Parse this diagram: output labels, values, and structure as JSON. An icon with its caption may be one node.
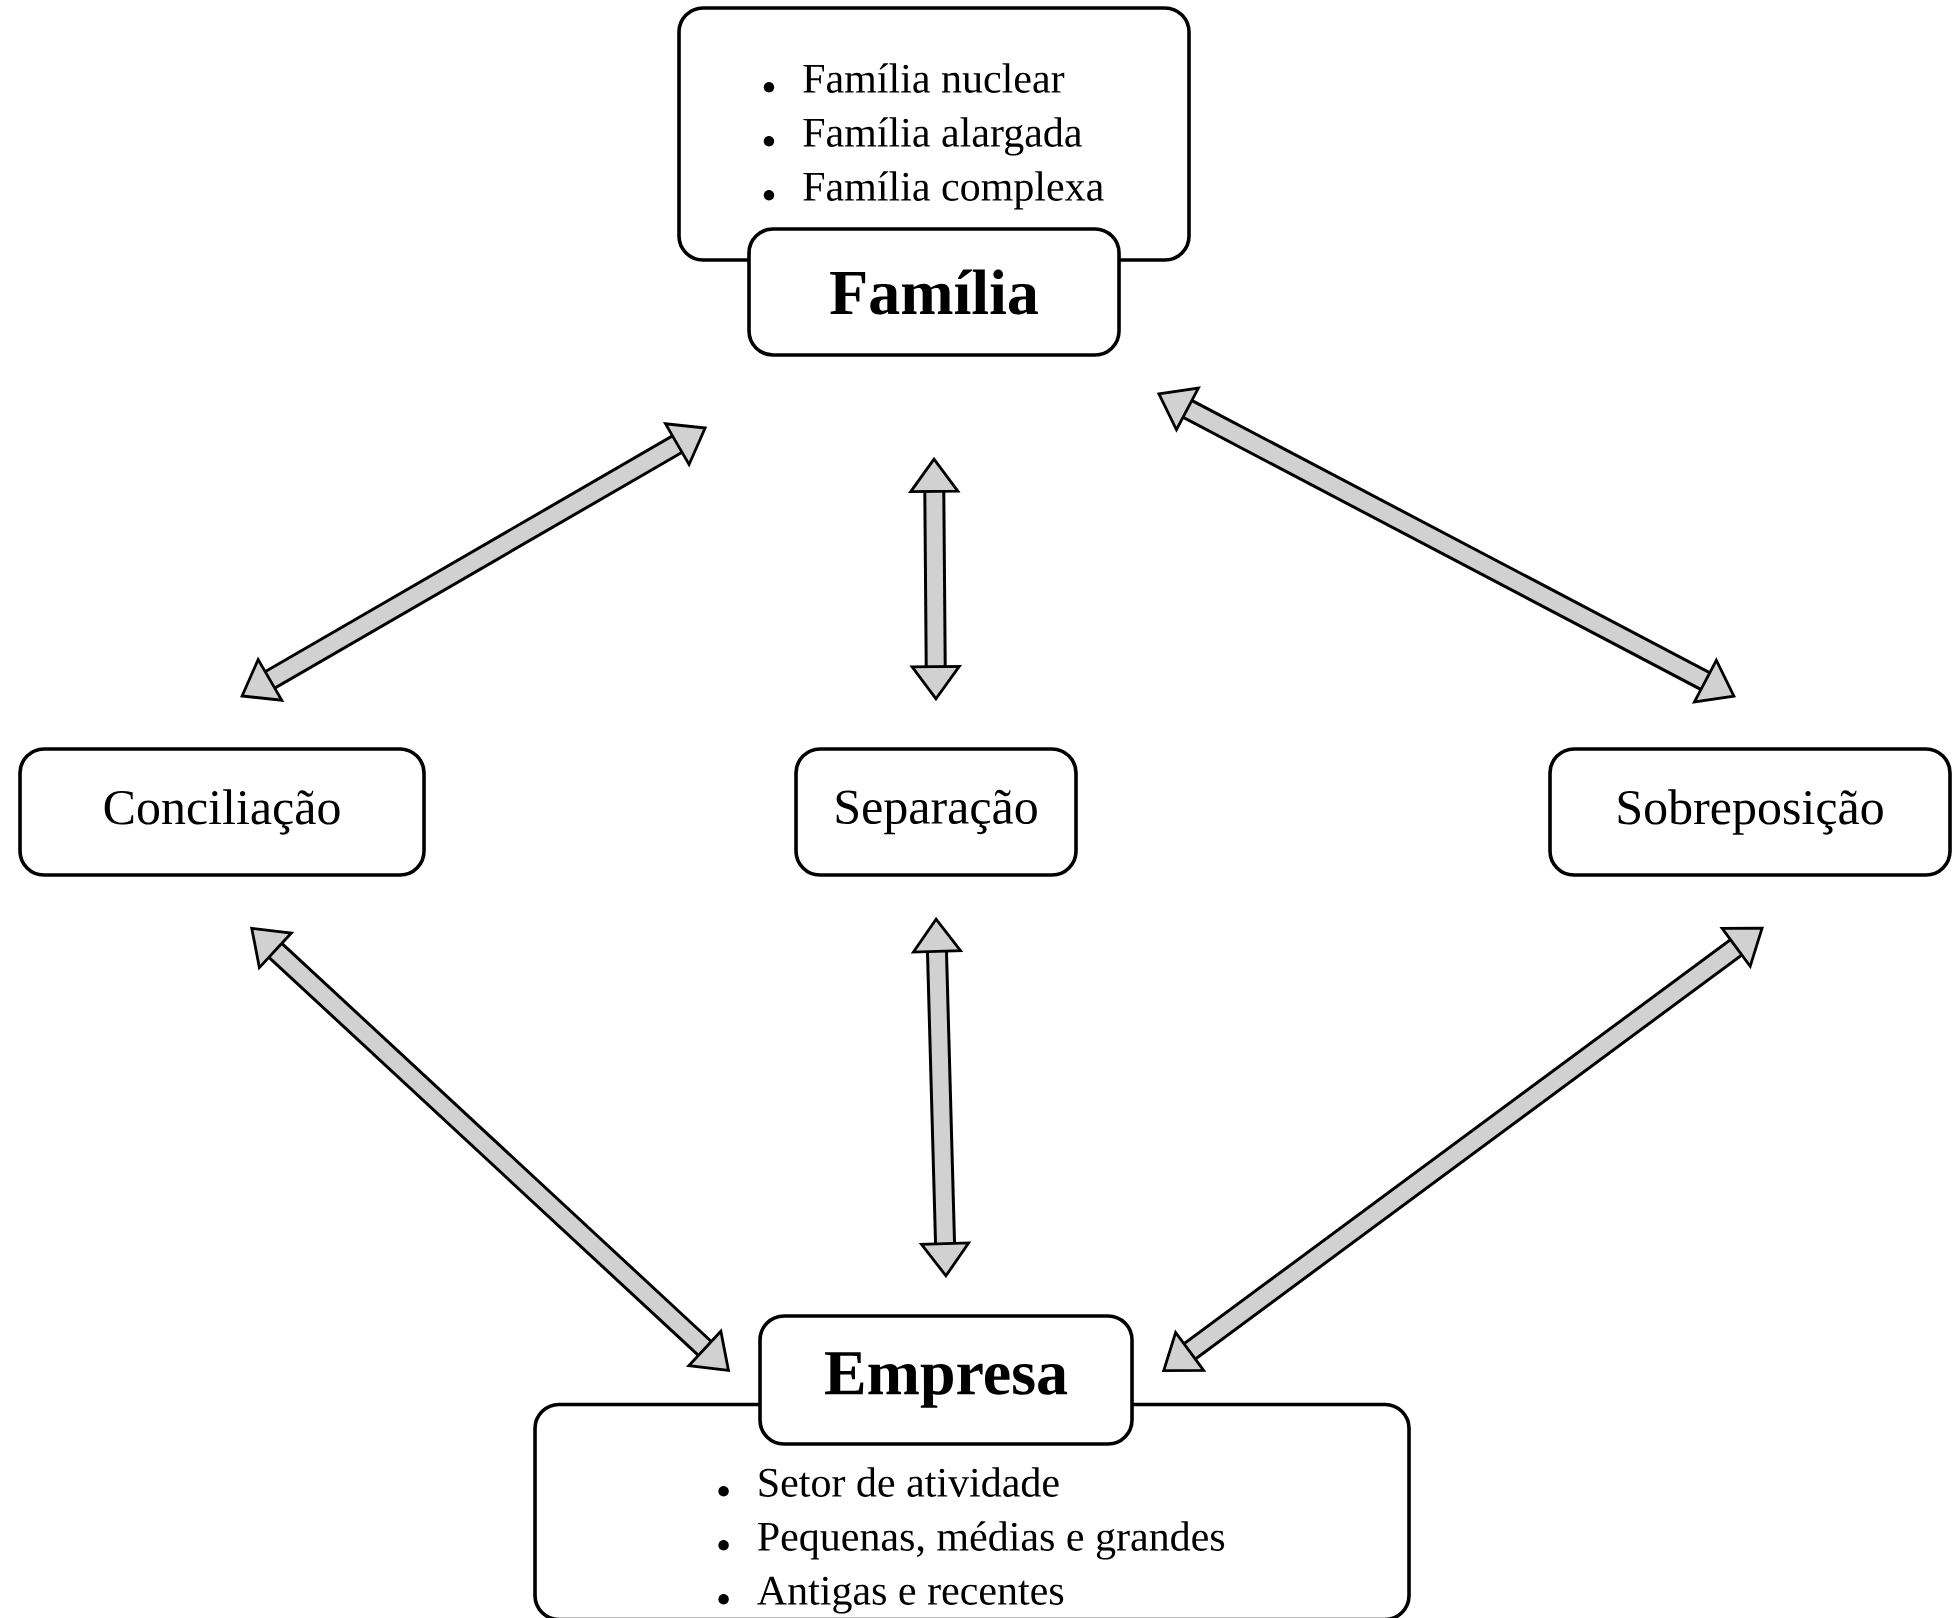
{
  "diagram": {
    "nodes": [
      {
        "text": [
          "Família nuclear",
          "Família alargada",
          "Família complexa"
        ]
      },
      {
        "text": [
          "Família"
        ]
      },
      {
        "text": [
          "Conciliação"
        ]
      },
      {
        "text": [
          "Separação"
        ]
      },
      {
        "text": [
          "Sobreposição"
        ]
      },
      {
        "text": [
          "Empresa"
        ]
      },
      {
        "text": [
          "Setor de atividade",
          "Pequenas, médias e grandes",
          "Antigas e recentes"
        ]
      }
    ],
    "edges": [
      {
        "from": 1,
        "to": 2,
        "arrow": "both"
      },
      {
        "from": 1,
        "to": 3,
        "arrow": "both"
      },
      {
        "from": 1,
        "to": 4,
        "arrow": "both"
      },
      {
        "from": 2,
        "to": 5,
        "arrow": "both"
      },
      {
        "from": 3,
        "to": 5,
        "arrow": "both"
      },
      {
        "from": 4,
        "to": 5,
        "arrow": "both"
      }
    ]
  }
}
